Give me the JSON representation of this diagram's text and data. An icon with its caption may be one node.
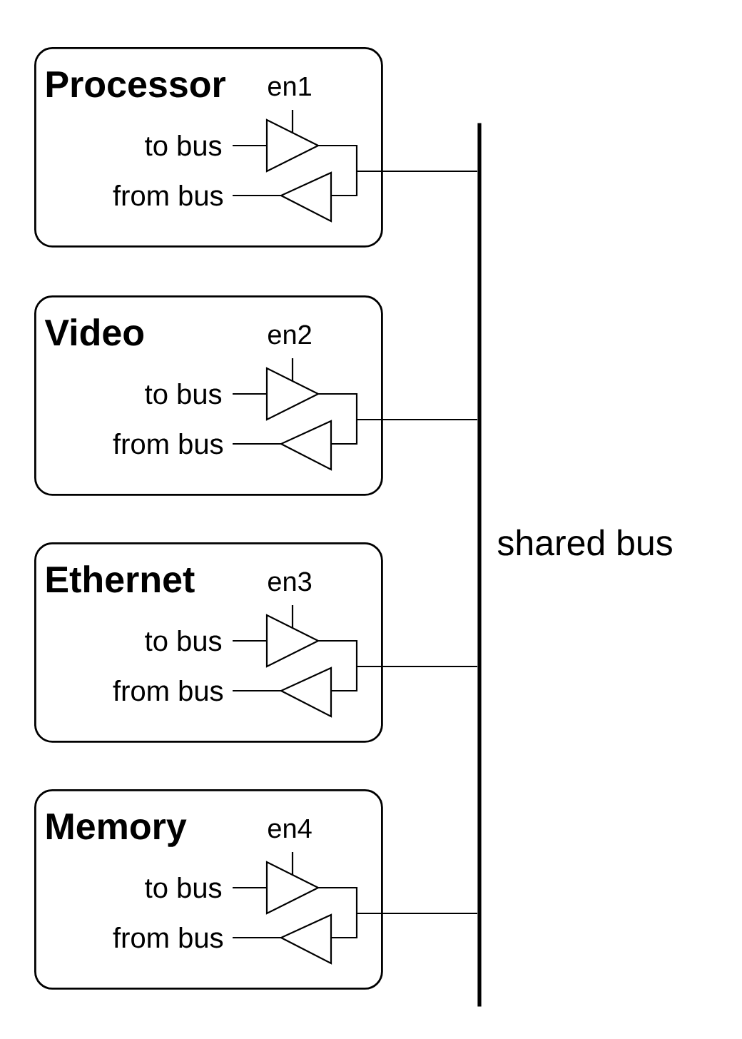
{
  "diagram": {
    "nodes": [
      {
        "text": [
          "Processor",
          "en1",
          "to bus",
          "from bus"
        ]
      },
      {
        "text": [
          "Video",
          "en2",
          "to bus",
          "from bus"
        ]
      },
      {
        "text": [
          "Ethernet",
          "en3",
          "to bus",
          "from bus"
        ]
      },
      {
        "text": [
          "Memory",
          "en4",
          "to bus",
          "from bus"
        ]
      },
      {
        "text": [],
        "shape": "bar",
        "beside": [
          "shared bus"
        ]
      }
    ],
    "edges": [
      {
        "from": 0,
        "to": 4,
        "arrow": "none"
      },
      {
        "from": 1,
        "to": 4,
        "arrow": "none"
      },
      {
        "from": 2,
        "to": 4,
        "arrow": "none"
      },
      {
        "from": 3,
        "to": 4,
        "arrow": "none"
      }
    ]
  }
}
